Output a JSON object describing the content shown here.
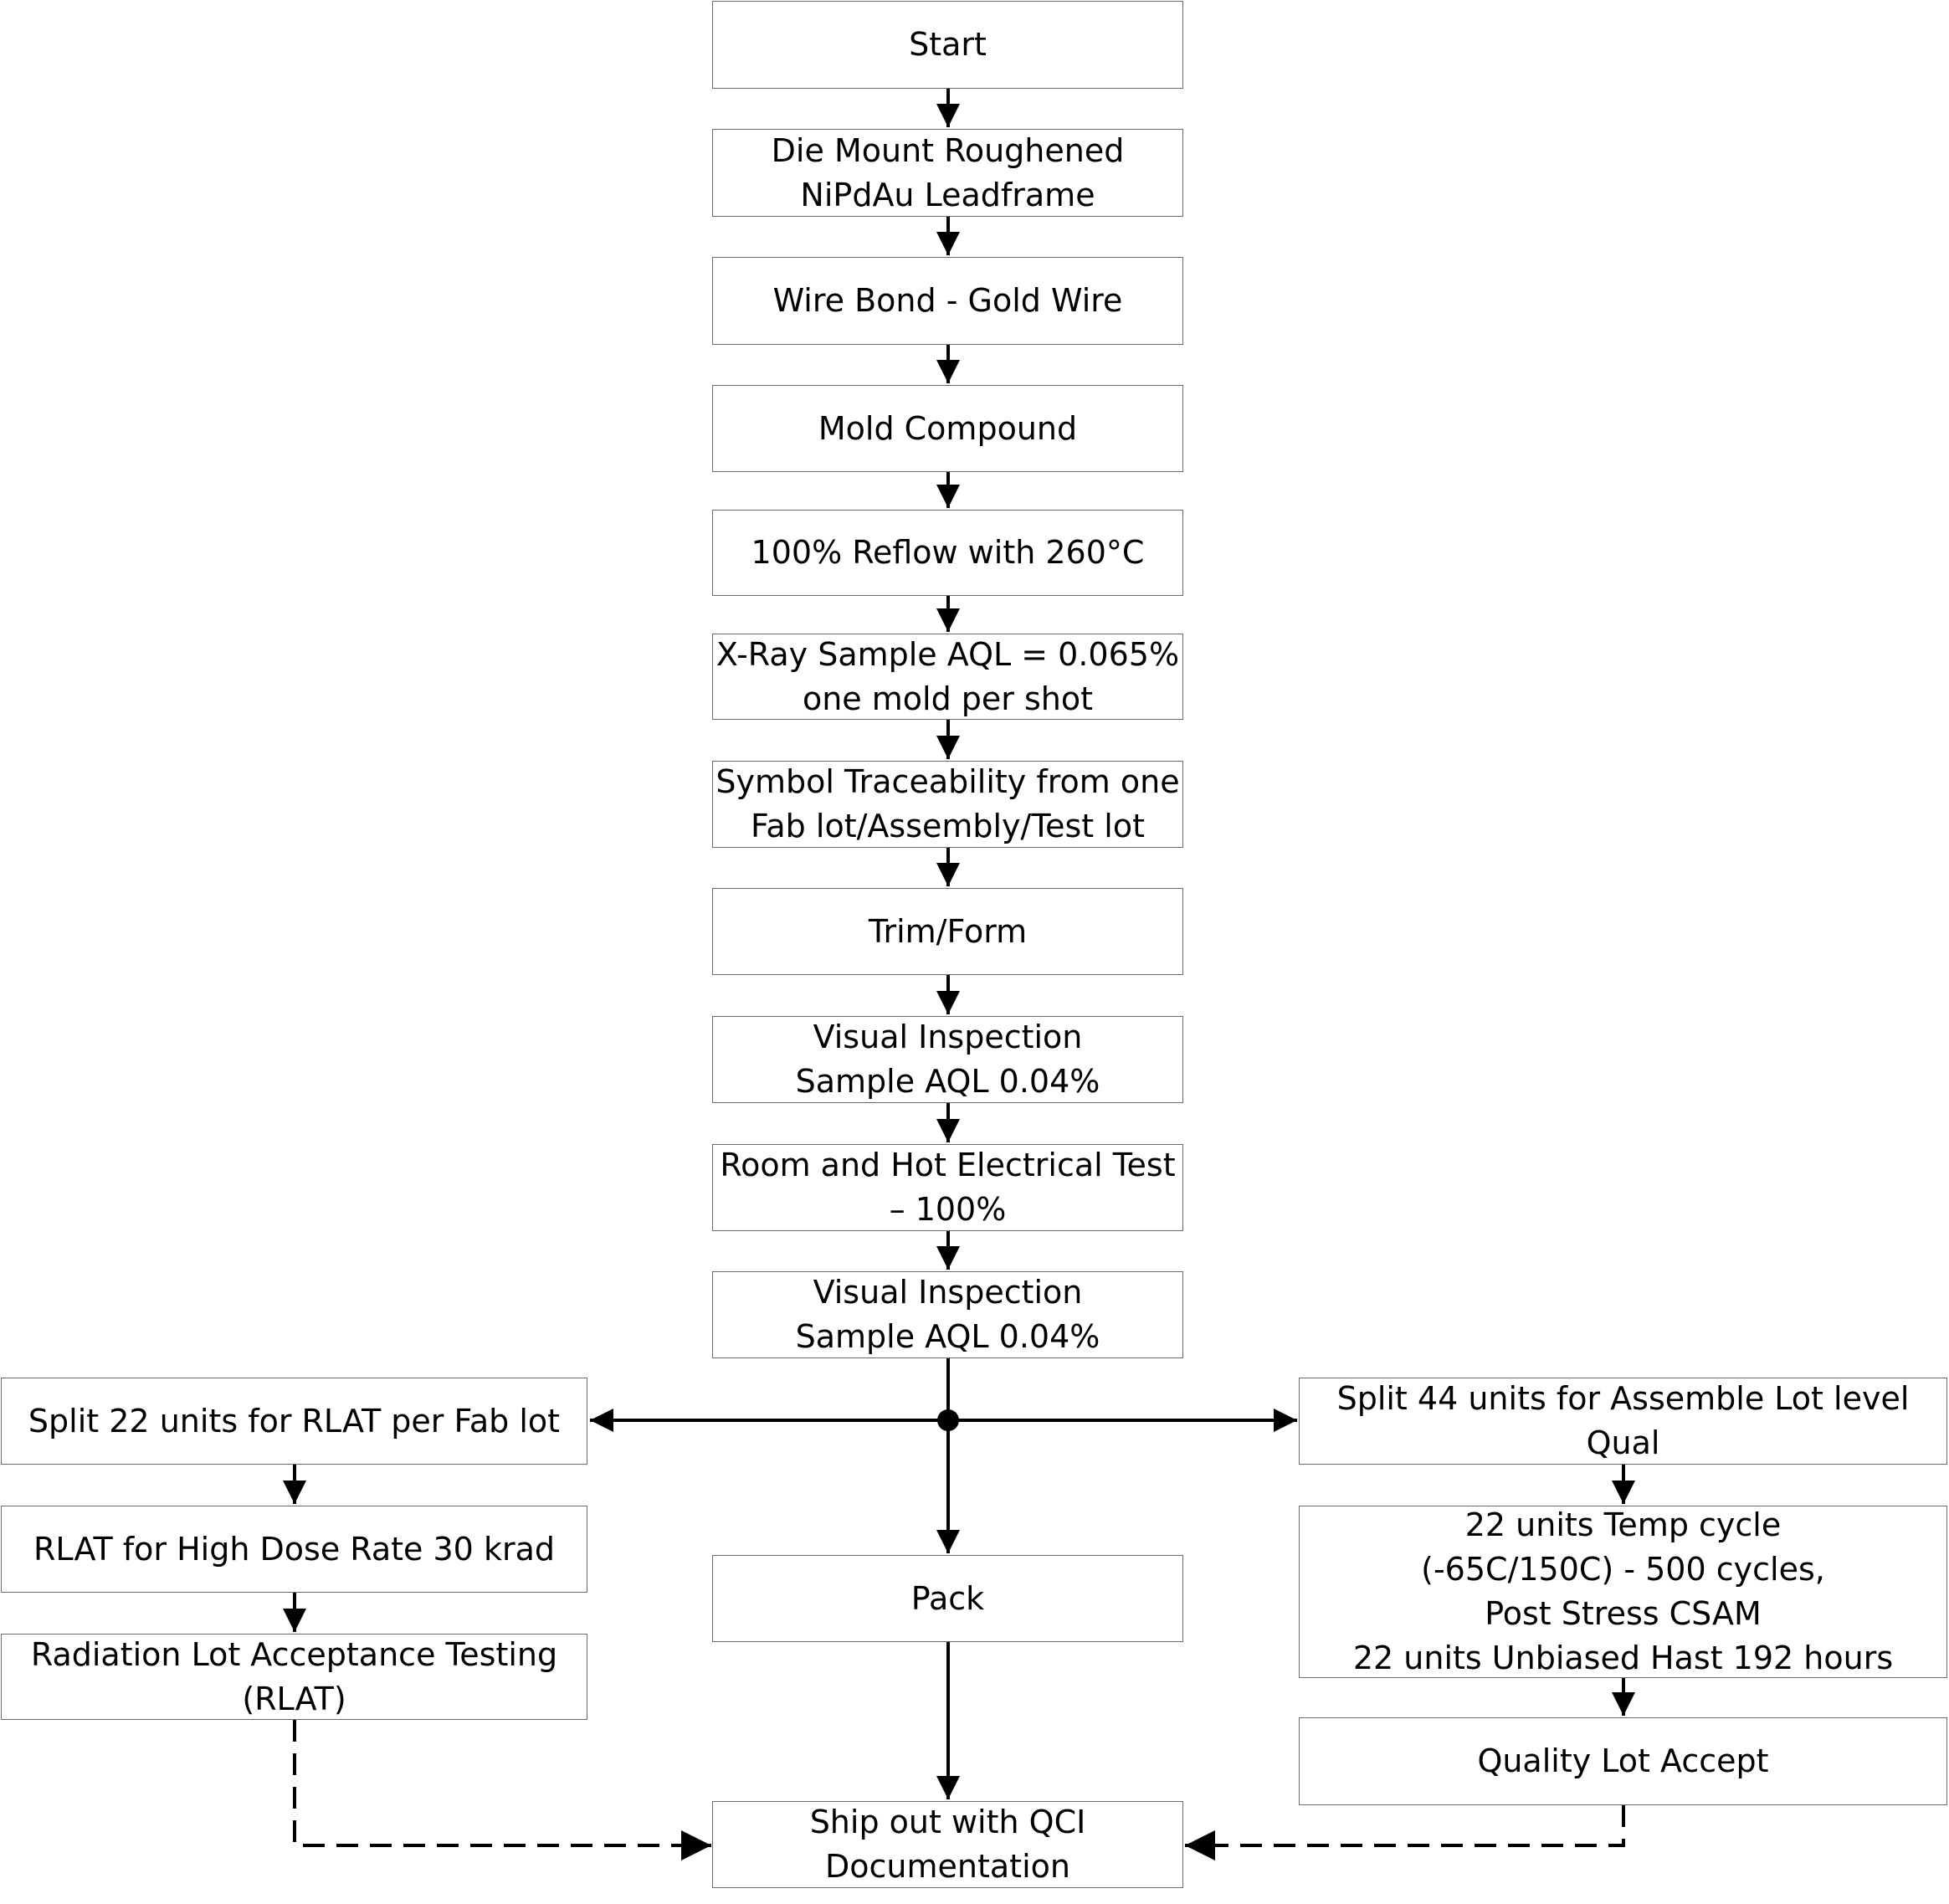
{
  "steps": {
    "start": "Start",
    "die_mount": "Die Mount Roughened\nNiPdAu Leadframe",
    "wire_bond": "Wire Bond - Gold Wire",
    "mold_compound": "Mold Compound",
    "reflow": "100% Reflow with 260°C",
    "xray": "X-Ray Sample AQL = 0.065%\none mold per shot",
    "symbol_traceability": "Symbol Traceability from one\nFab lot/Assembly/Test lot",
    "trim_form": "Trim/Form",
    "visual_inspection_1": "Visual Inspection\nSample AQL 0.04%",
    "electrical_test": "Room and Hot Electrical Test\n– 100%",
    "visual_inspection_2": "Visual Inspection\nSample AQL 0.04%",
    "split_rlat": "Split 22 units for RLAT per Fab lot",
    "rlat_high_dose": "RLAT for High Dose Rate 30 krad",
    "rlat": "Radiation Lot Acceptance Testing\n(RLAT)",
    "pack": "Pack",
    "ship_out": "Ship out with QCI\nDocumentation",
    "split_qual": "Split 44 units for Assemble Lot level Qual",
    "temp_cycle": "22 units Temp cycle\n(-65C/150C) - 500 cycles,\nPost Stress CSAM\n22 units Unbiased Hast 192 hours",
    "quality_lot_accept": "Quality Lot Accept"
  },
  "colors": {
    "box_border": "#6a6a6a",
    "line": "#000000",
    "text": "#000000",
    "background": "#ffffff"
  }
}
